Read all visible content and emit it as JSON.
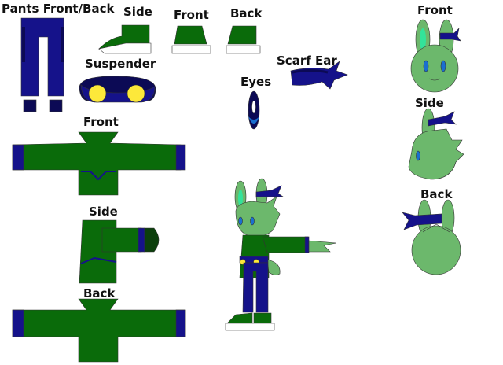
{
  "labels": {
    "pants": "Pants Front/Back",
    "shoe_side": "Side",
    "shoe_front": "Front",
    "shoe_back": "Back",
    "suspender": "Suspender",
    "scarf_ear": "Scarf Ear",
    "eyes": "Eyes",
    "jacket_front": "Front",
    "jacket_side": "Side",
    "jacket_back": "Back",
    "head_front": "Front",
    "head_side": "Side",
    "head_back": "Back"
  },
  "colors": {
    "jacket_green": "#0a6b0a",
    "pants_navy": "#15128a",
    "dark_navy": "#0c0a55",
    "skin_green": "#6cb86c",
    "ear_inner": "#33e39a",
    "button_yellow": "#fde83a",
    "eye_blue": "#1a6fd0"
  }
}
